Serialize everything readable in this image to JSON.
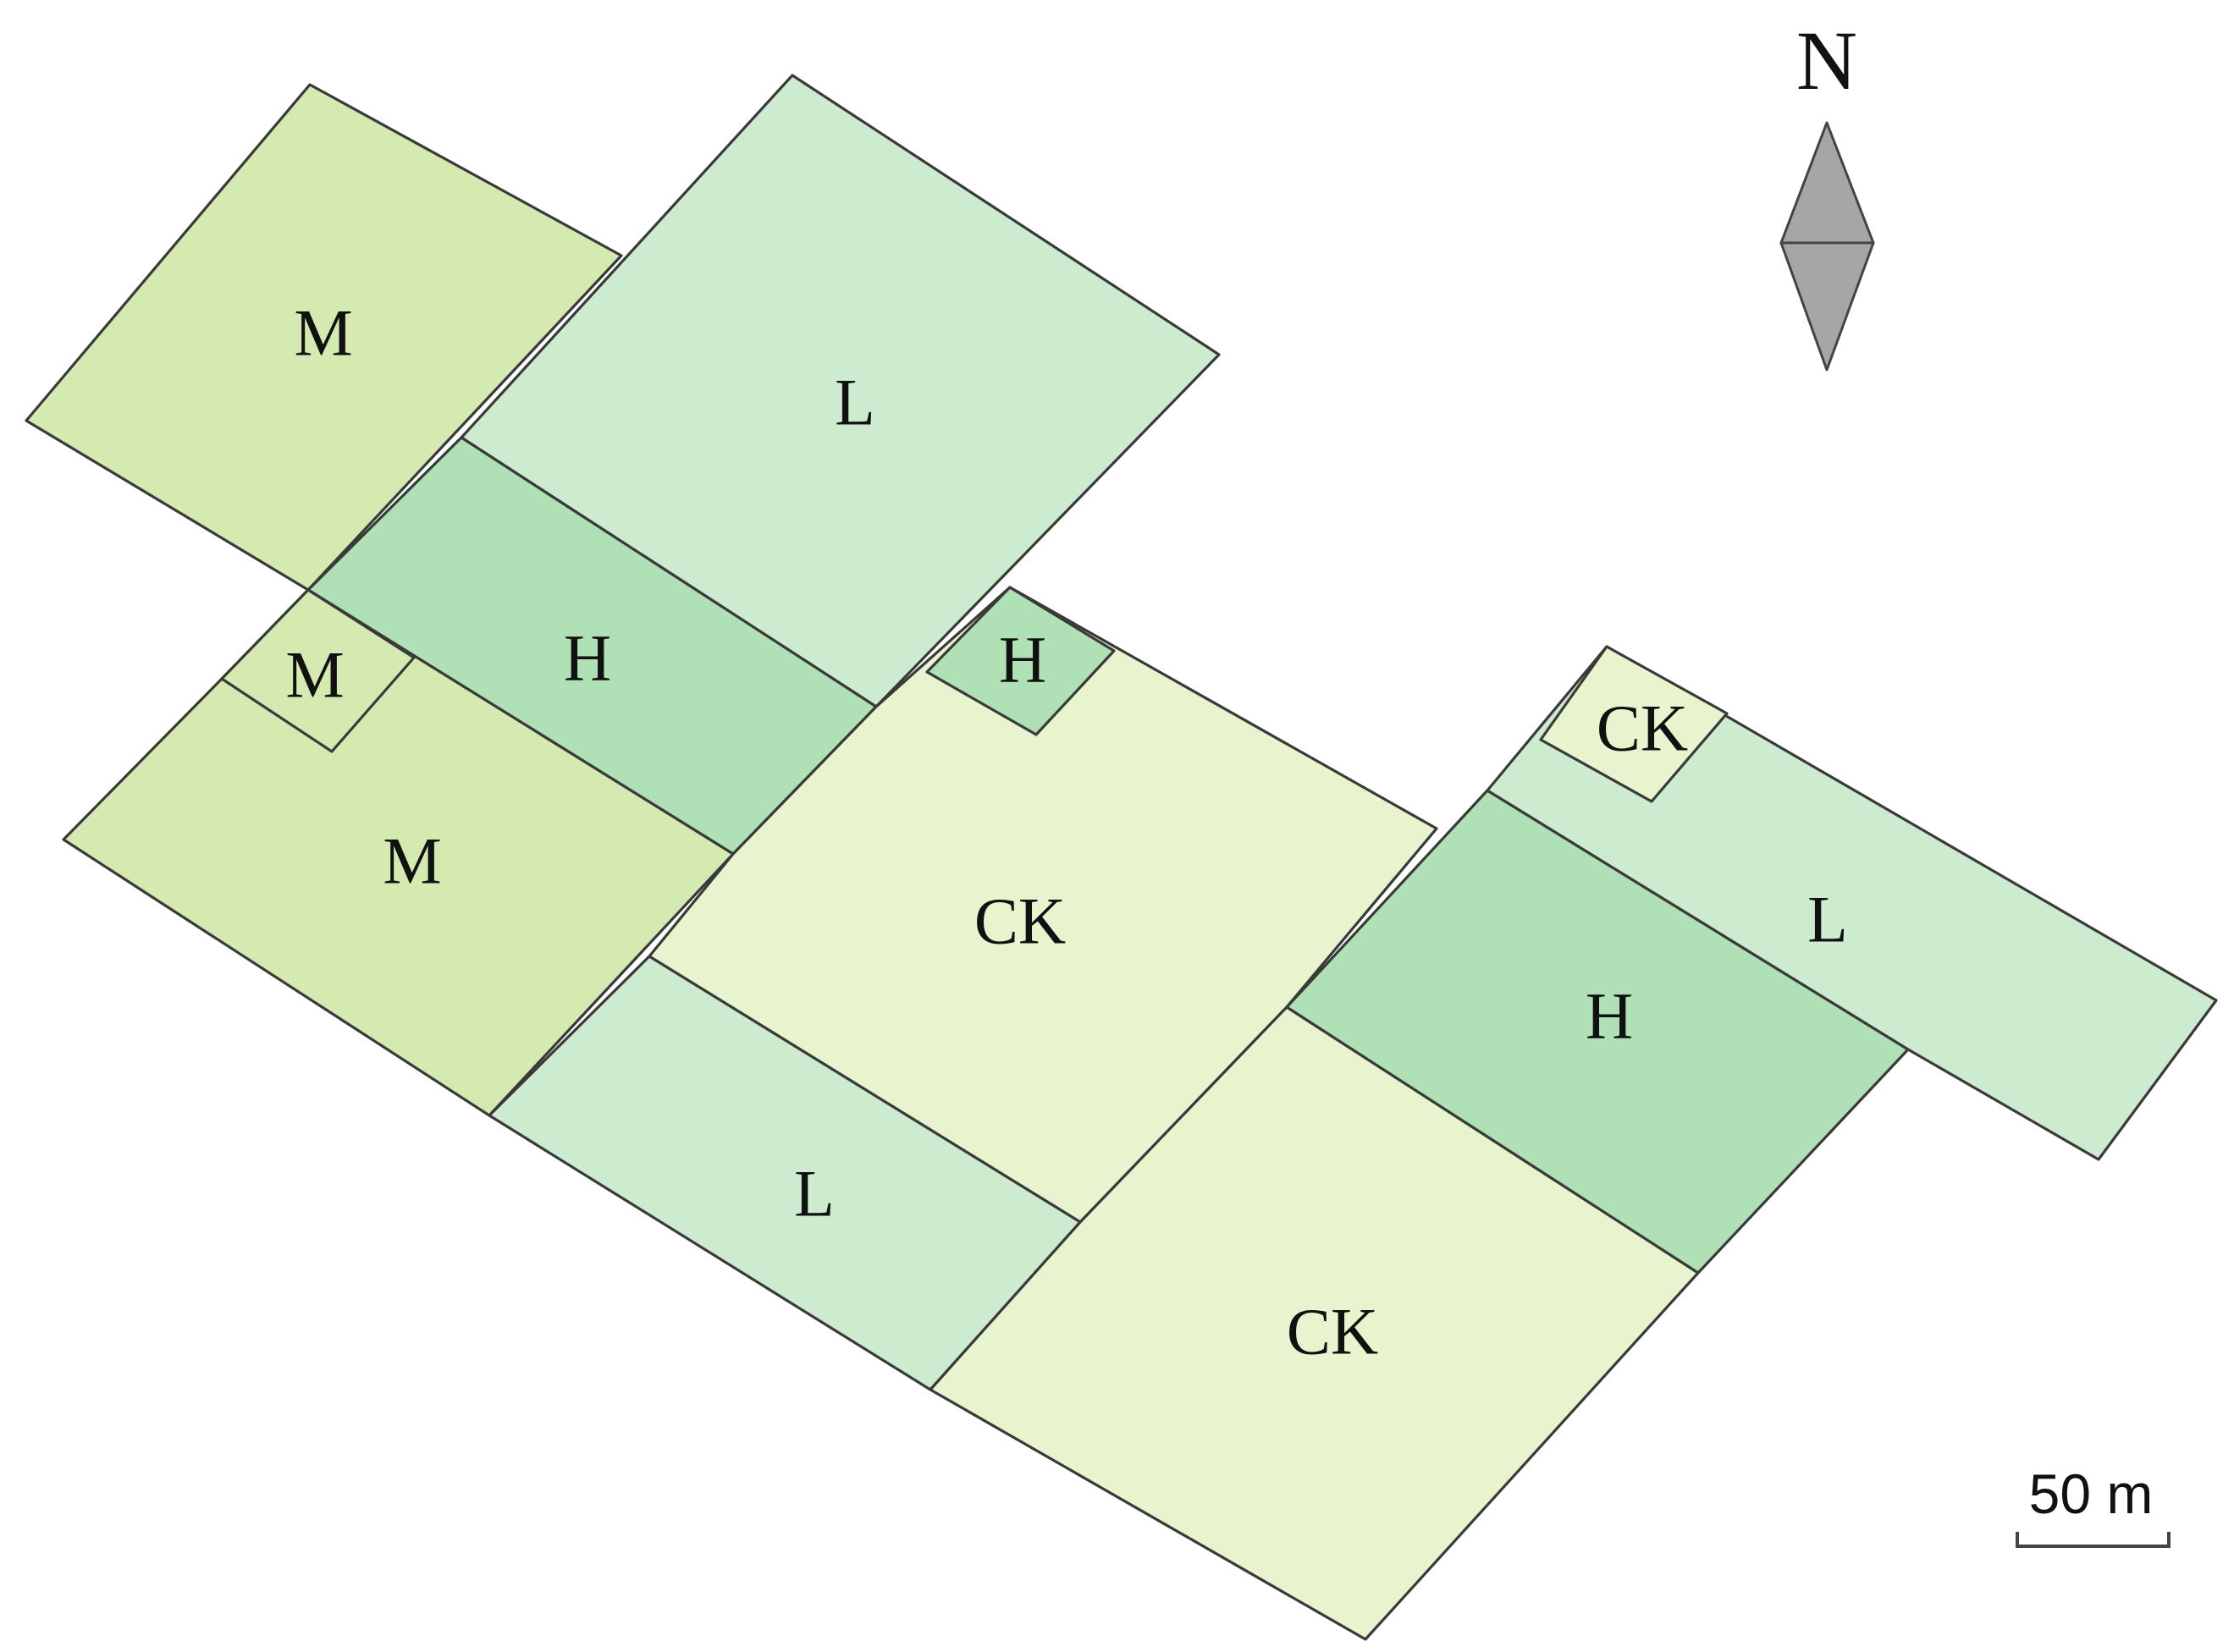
{
  "legend_colors": {
    "H": "#b0e0b6",
    "M": "#d5eab1",
    "L": "#cdeccf",
    "CK": "#e7f4cd",
    "outline": "#3a3a3a"
  },
  "plots": [
    {
      "id": "m-top-left",
      "treatment": "M",
      "label": "M"
    },
    {
      "id": "l-top",
      "treatment": "L",
      "label": "L"
    },
    {
      "id": "h-upper",
      "treatment": "H",
      "label": "H"
    },
    {
      "id": "m-left",
      "treatment": "M",
      "label": "M"
    },
    {
      "id": "ck-left",
      "treatment": "CK",
      "label": "CK"
    },
    {
      "id": "l-center",
      "treatment": "L",
      "label": "L"
    },
    {
      "id": "ck-center",
      "treatment": "CK",
      "label": "CK"
    },
    {
      "id": "h-lower",
      "treatment": "H",
      "label": "H"
    },
    {
      "id": "l-bottom",
      "treatment": "L",
      "label": "L"
    },
    {
      "id": "m-right",
      "treatment": "M",
      "label": "M"
    },
    {
      "id": "h-right",
      "treatment": "H",
      "label": "H"
    },
    {
      "id": "ck-right",
      "treatment": "CK",
      "label": "CK"
    }
  ],
  "north_arrow": {
    "label": "N",
    "fill": "#a6a6a6"
  },
  "scale_bar": {
    "label": "50 m"
  }
}
